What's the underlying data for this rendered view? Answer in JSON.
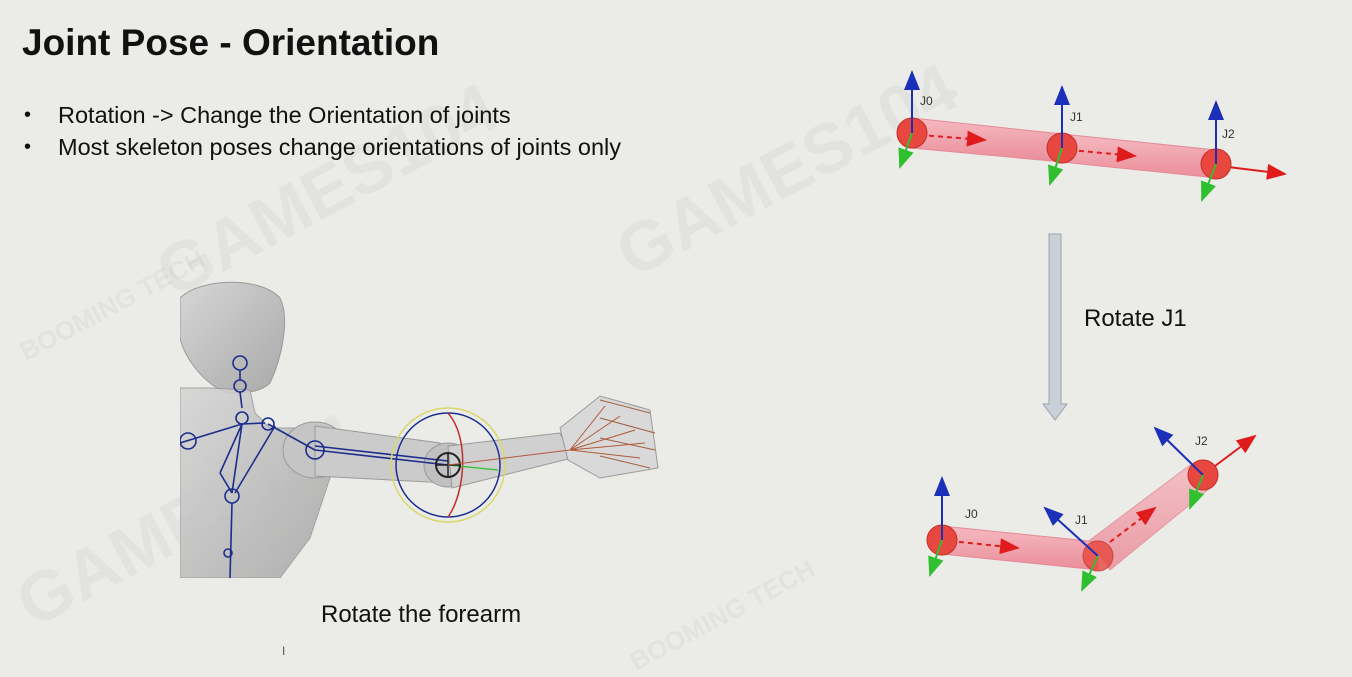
{
  "slide": {
    "title": "Joint Pose - Orientation",
    "bullets": [
      "Rotation -> Change the Orientation of joints",
      "Most skeleton poses change orientations of joints only"
    ],
    "left_caption": "Rotate the forearm",
    "right_label": "Rotate J1"
  },
  "diagram_top": {
    "joints": [
      "J0",
      "J1",
      "J2"
    ]
  },
  "diagram_bottom": {
    "joints": [
      "J0",
      "J1",
      "J2"
    ]
  },
  "watermark": {
    "brand": "GAMES104",
    "sub": "BOOMING TECH"
  },
  "colors": {
    "bone": "#f2a3ad",
    "joint": "#e8473f",
    "x_axis": "#e01b1b",
    "y_axis": "#1b2fb8",
    "z_axis": "#2fbf2f",
    "arrow_fill": "#c9d0d7"
  }
}
